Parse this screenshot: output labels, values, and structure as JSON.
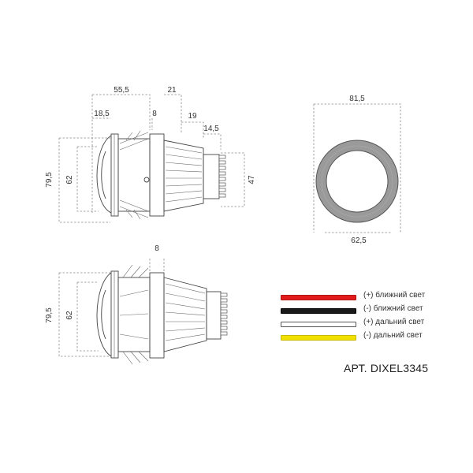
{
  "top_view": {
    "dimensions": [
      "55,5",
      "21",
      "18,5",
      "8",
      "19",
      "14,5",
      "79,5",
      "62",
      "47"
    ]
  },
  "front_view": {
    "dimensions": [
      "81,5",
      "62,5"
    ]
  },
  "side_view": {
    "dimensions": [
      "8",
      "79,5",
      "62"
    ]
  },
  "legend": [
    {
      "label": "(+) ближний свет",
      "color": "#e11b1b"
    },
    {
      "label": "(-) ближний свет",
      "color": "#1a1a1a"
    },
    {
      "label": "(+) дальний свет",
      "color": "#ffffff"
    },
    {
      "label": "(-) дальний свет",
      "color": "#f2e000"
    }
  ],
  "article": "АРТ. DIXEL3345"
}
